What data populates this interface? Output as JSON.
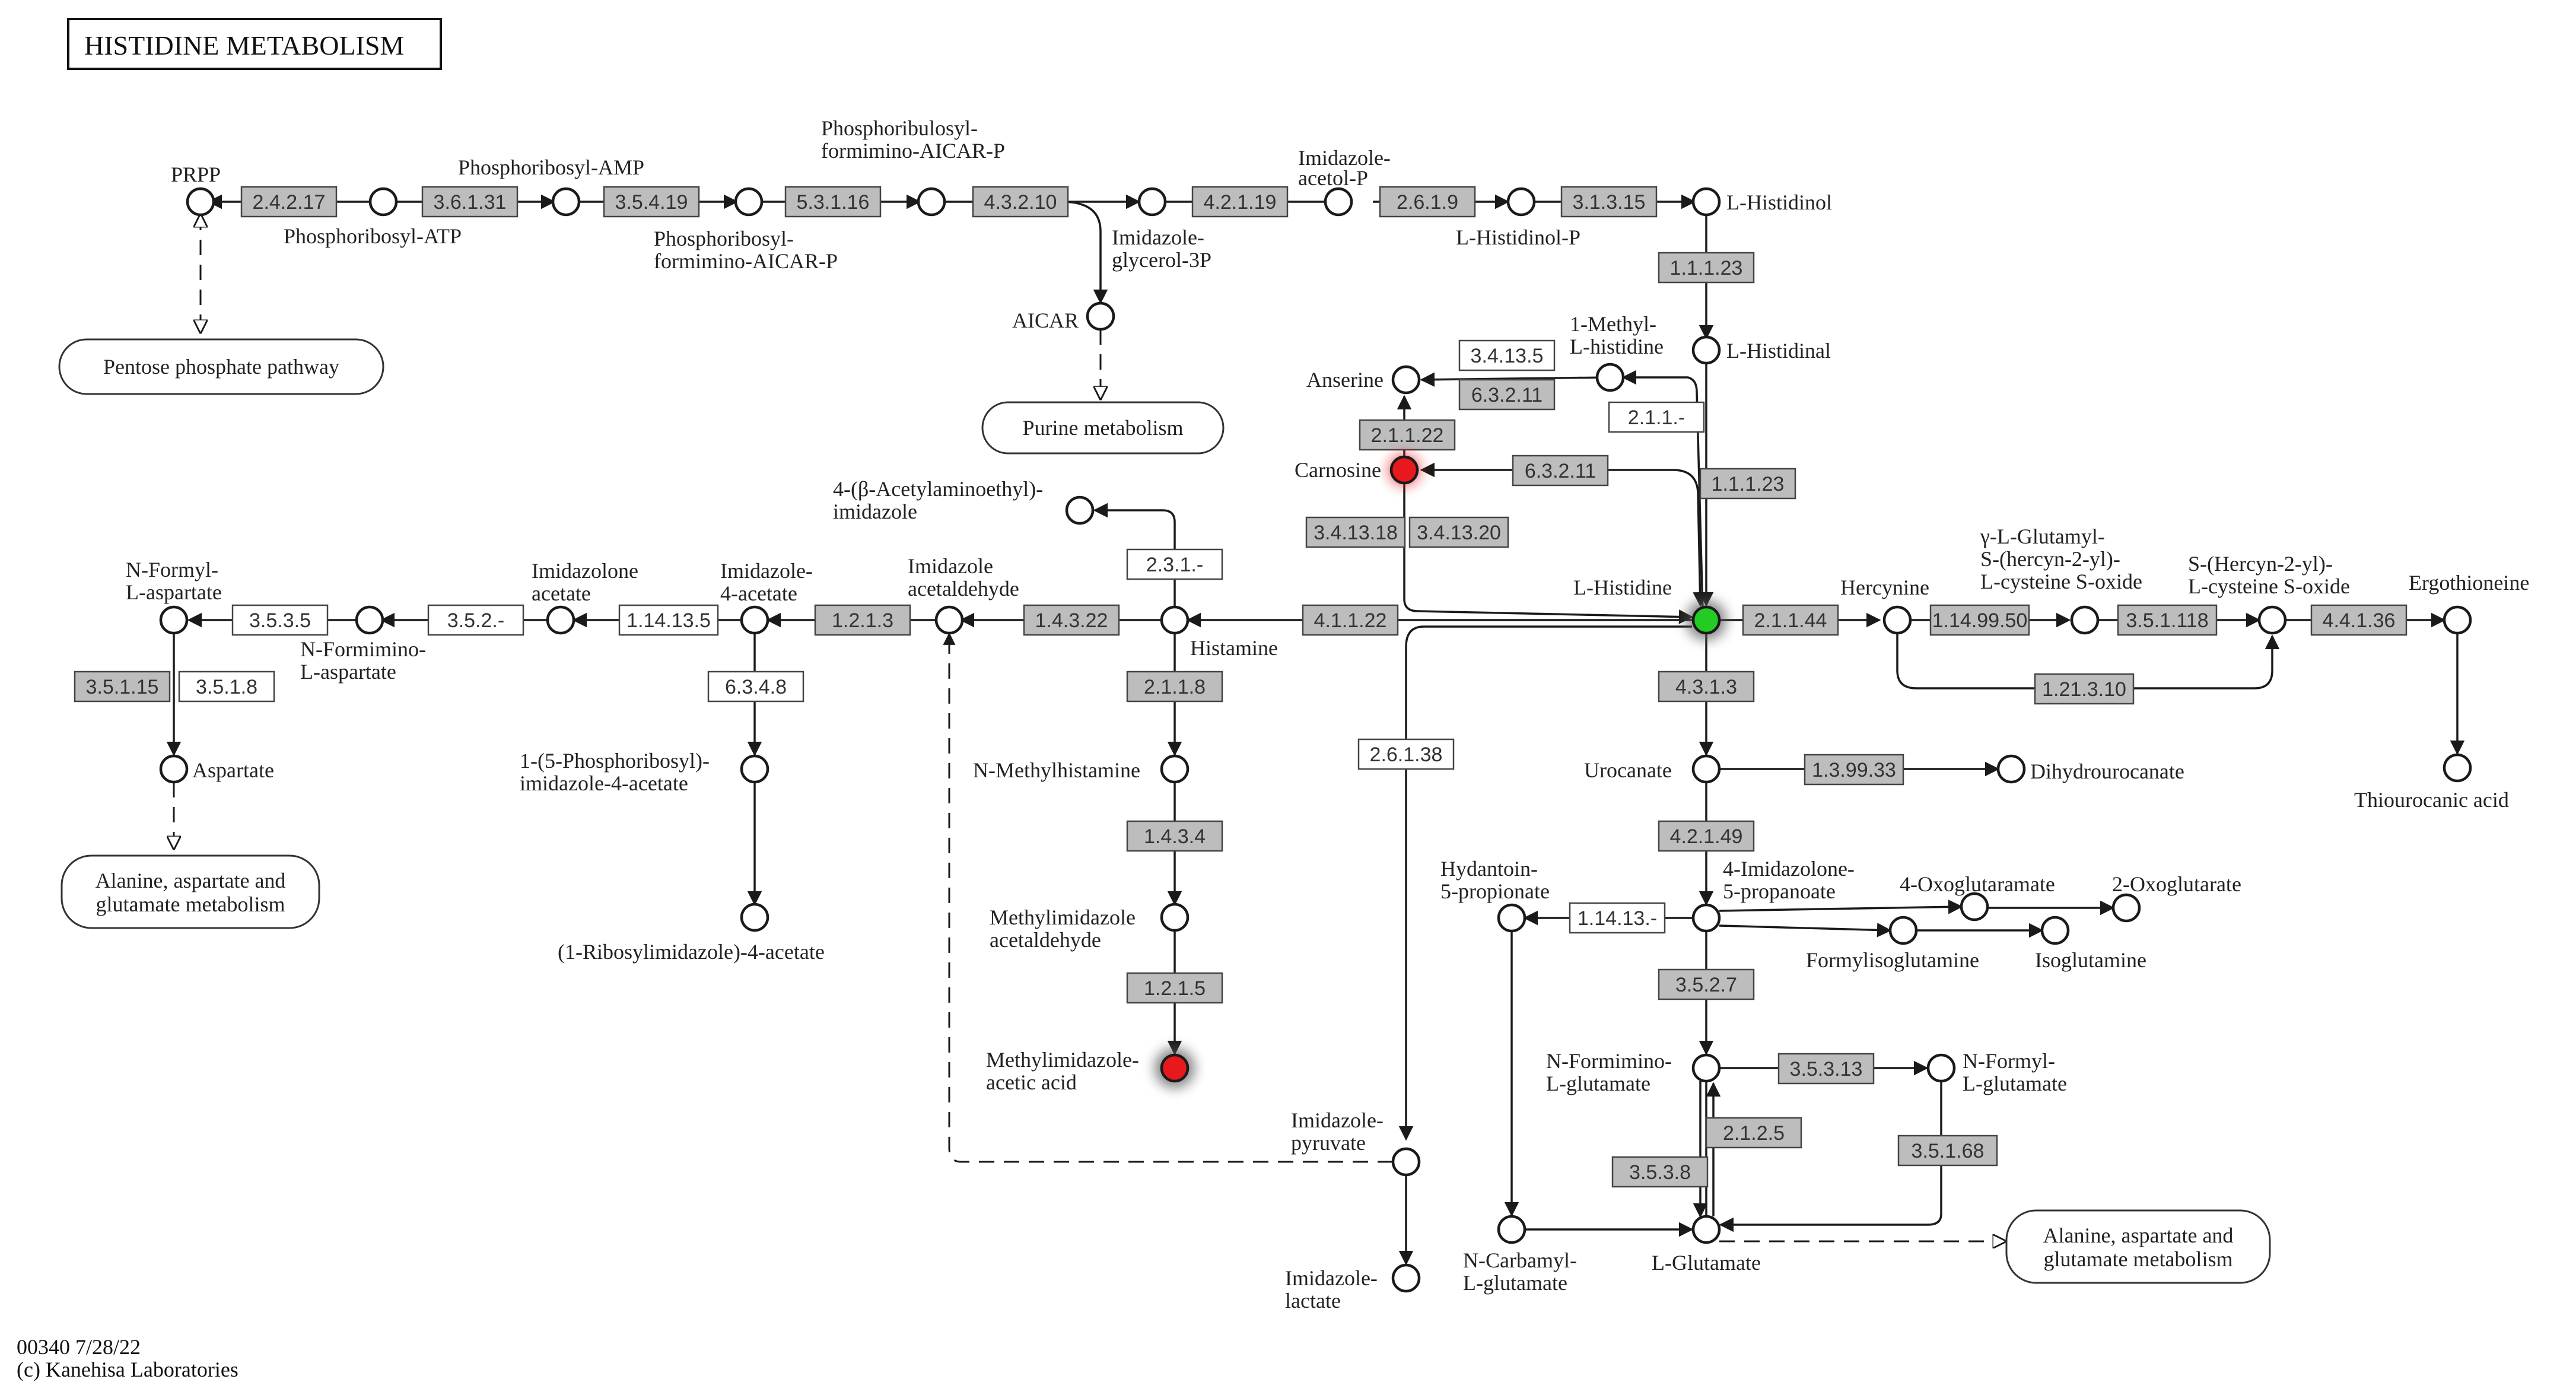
{
  "title": "HISTIDINE METABOLISM",
  "footer": {
    "line1": "00340 7/28/22",
    "line2": "(c) Kanehisa Laboratories"
  },
  "colors": {
    "background": "#ffffff",
    "line": "#1a1a1a",
    "enzyme_annotated": "#bdbdbd",
    "enzyme_plain": "#ffffff",
    "highlight_red": "#e8191c",
    "highlight_green": "#22cc22"
  },
  "enzymes": {
    "e1": "2.4.2.17",
    "e2": "3.6.1.31",
    "e3": "3.5.4.19",
    "e4": "5.3.1.16",
    "e5": "4.3.2.10",
    "e6": "4.2.1.19",
    "e7": "2.6.1.9",
    "e8": "3.1.3.15",
    "e9": "1.1.1.23",
    "e10": "3.4.13.5",
    "e11": "6.3.2.11",
    "e12": "2.1.1.-",
    "e13": "2.1.1.22",
    "e14": "6.3.2.11",
    "e15": "1.1.1.23",
    "e16": "3.4.13.18",
    "e17": "3.4.13.20",
    "e18": "2.3.1.-",
    "e19": "4.1.1.22",
    "e20": "1.4.3.22",
    "e21": "1.2.1.3",
    "e22": "1.14.13.5",
    "e23": "3.5.2.-",
    "e24": "3.5.3.5",
    "e25": "3.5.1.15",
    "e26": "3.5.1.8",
    "e27": "6.3.4.8",
    "e28": "2.1.1.8",
    "e29": "1.4.3.4",
    "e30": "1.2.1.5",
    "e31": "2.6.1.38",
    "e32": "2.1.1.44",
    "e33": "1.14.99.50",
    "e34": "3.5.1.118",
    "e35": "4.4.1.36",
    "e36": "1.21.3.10",
    "e37": "4.3.1.3",
    "e38": "1.3.99.33",
    "e39": "4.2.1.49",
    "e40": "1.14.13.-",
    "e41": "3.5.2.7",
    "e42": "3.5.3.13",
    "e43": "2.1.2.5",
    "e44": "3.5.3.8",
    "e45": "3.5.1.68"
  },
  "compounds": {
    "prpp": "PRPP",
    "pr_atp": "Phosphoribosyl-ATP",
    "pr_amp": "Phosphoribosyl-AMP",
    "prfar1a": "Phosphoribosyl-",
    "prfar1b": "formimino-AICAR-P",
    "prfar2a": "Phosphoribulosyl-",
    "prfar2b": "formimino-AICAR-P",
    "igp_a": "Imidazole-",
    "igp_b": "glycerol-3P",
    "aicar": "AICAR",
    "iap_a": "Imidazole-",
    "iap_b": "acetol-P",
    "hisp": "L-Histidinol-P",
    "histidinol": "L-Histidinol",
    "histidinal": "L-Histidinal",
    "mhis_a": "1-Methyl-",
    "mhis_b": "L-histidine",
    "anserine": "Anserine",
    "carnosine": "Carnosine",
    "acet_a": "4-(β-Acetylaminoethyl)-",
    "acet_b": "imidazole",
    "lhis": "L-Histidine",
    "histamine": "Histamine",
    "imac_a": "Imidazole",
    "imac_b": "acetaldehyde",
    "im4ac_a": "Imidazole-",
    "im4ac_b": "4-acetate",
    "imzac_a": "Imidazolone",
    "imzac_b": "acetate",
    "nfasp_a": "N-Formimino-",
    "nfasp_b": "L-aspartate",
    "nformasp_a": "N-Formyl-",
    "nformasp_b": "L-aspartate",
    "aspartate": "Aspartate",
    "prim_a": "1-(5-Phosphoribosyl)-",
    "prim_b": "imidazole-4-acetate",
    "ribim": "(1-Ribosylimidazole)-4-acetate",
    "nmh": "N-Methylhistamine",
    "mia_a": "Methylimidazole",
    "mia_b": "acetaldehyde",
    "miaa_a": "Methylimidazole-",
    "miaa_b": "acetic acid",
    "impyr_a": "Imidazole-",
    "impyr_b": "pyruvate",
    "imlac_a": "Imidazole-",
    "imlac_b": "lactate",
    "hercynine": "Hercynine",
    "glu_a": "γ-L-Glutamyl-",
    "glu_b": "S-(hercyn-2-yl)-",
    "glu_c": "L-cysteine S-oxide",
    "sher_a": "S-(Hercyn-2-yl)-",
    "sher_b": "L-cysteine S-oxide",
    "ergo": "Ergothioneine",
    "thio": "Thiourocanic acid",
    "urocanate": "Urocanate",
    "dihydro": "Dihydrourocanate",
    "hyd_a": "Hydantoin-",
    "hyd_b": "5-propionate",
    "imp_a": "4-Imidazolone-",
    "imp_b": "5-propanoate",
    "oxoglutaramate": "4-Oxoglutaramate",
    "oxoglutarate": "2-Oxoglutarate",
    "formylisoglutamine": "Formylisoglutamine",
    "isoglutamine": "Isoglutamine",
    "nfg_a": "N-Formimino-",
    "nfg_b": "L-glutamate",
    "nformg_a": "N-Formyl-",
    "nformg_b": "L-glutamate",
    "ncarb_a": "N-Carbamyl-",
    "ncarb_b": "L-glutamate",
    "lglutamate": "L-Glutamate"
  },
  "maps": {
    "pentose": "Pentose phosphate pathway",
    "purine": "Purine metabolism",
    "ala1_a": "Alanine, aspartate and",
    "ala1_b": "glutamate metabolism",
    "ala2_a": "Alanine, aspartate and",
    "ala2_b": "glutamate metabolism"
  }
}
